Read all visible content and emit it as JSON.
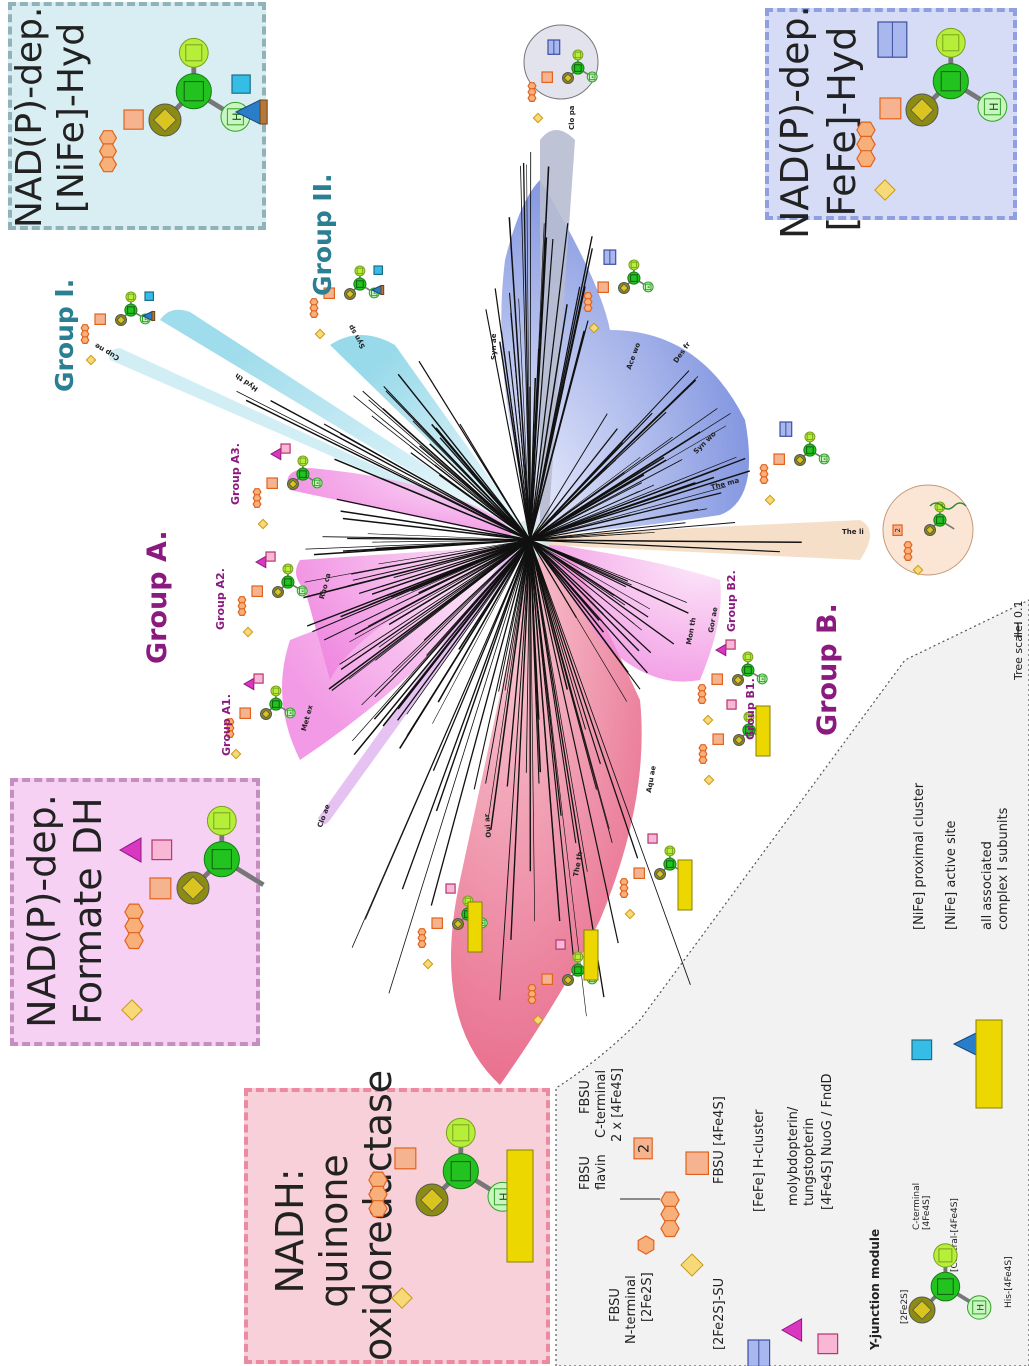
{
  "boxes": {
    "nife": {
      "line1": "NAD(P)-dep.",
      "line2": "[NiFe]-Hyd",
      "bg": "#d8eef2",
      "border": "#8fb3b9"
    },
    "fefe": {
      "line1": "NAD(P)-dep.",
      "line2": "[FeFe]-Hyd",
      "bg": "#d6dcf6",
      "border": "#8f9fe0"
    },
    "fdh": {
      "line1": "NAD(P)-dep.",
      "line2": "Formate DH",
      "bg": "#f7d1f4",
      "border": "#c58ec1"
    },
    "nuo": {
      "line1": "NADH:",
      "line2": "quinone",
      "line3": "oxidoreductase",
      "bg": "#f7d0d9",
      "border": "#ec8aa1"
    }
  },
  "groups": {
    "g1": "Group I.",
    "g2": "Group II.",
    "ga": "Group A.",
    "gb": "Group B.",
    "ga1": "Group A1.",
    "ga2": "Group A2.",
    "ga3": "Group A3.",
    "gb1": "Group B1.",
    "gb2": "Group B2."
  },
  "leaves": {
    "cupne": "Cup ne",
    "hydth": "Hyd th",
    "synsp": "Syn sp",
    "synae": "Syn ae",
    "clopa": "Clo pa",
    "acewo": "Ace wo",
    "desfr": "Des fr",
    "synwo": "Syn wo",
    "thema": "The ma",
    "theli": "The li",
    "gorae": "Gor ae",
    "moneh": "Mon th",
    "aquae": "Aqu ae",
    "theth": "The th",
    "ouiar": "Oui ar",
    "rhoca": "Rho ca",
    "metex": "Met ex",
    "cloae": "Clo ae"
  },
  "legend": {
    "fbsu_flavin": [
      "FBSU",
      "flavin"
    ],
    "fbsu_cterm": [
      "FBSU",
      "C-terminal",
      "2 x [4Fe4S]"
    ],
    "fbsu_nterm": [
      "FBSU",
      "N-terminal",
      "[2Fe2S]"
    ],
    "fbsu_4fe4s": "FBSU [4Fe4S]",
    "fe2s_su": "[2Fe2S]-SU",
    "fefe_h": "[FeFe] H-cluster",
    "moly": [
      "molybdopterin/",
      "tungstopterin"
    ],
    "nuog": "[4Fe4S] NuoG / FndD",
    "y_title": "Y-junction module",
    "y_2fe2s": "[2Fe2S]",
    "y_cterm": [
      "C-terminal",
      "[4Fe4S]"
    ],
    "y_central": "[Central-[4Fe4S]",
    "y_his": "His-[4Fe4S]",
    "nife_prox": "[NiFe] proximal cluster",
    "nife_active": "[NiFe] active site",
    "complex": [
      "all associated",
      "complex I subunits"
    ],
    "scale": "Tree scale: 0.1"
  },
  "number_two": "2",
  "h_letter": "H",
  "colors": {
    "group1": "#2a7f93",
    "group2": "#2a7f93",
    "groupA": "#8b1a7f",
    "groupB": "#8b1a7f",
    "green": "#22c21f",
    "lime": "#b6ef3a",
    "olive": "#8c8c14",
    "orange": "#f59a6a",
    "yellow": "#ecd800",
    "blue": "#5e7fe0",
    "cyan": "#2bb0e0",
    "pink": "#f06bd8",
    "magenta": "#d936c2",
    "red": "#e44d6f",
    "peach": "#f5c89a",
    "grey": "#9aa0b8",
    "lightblue": "#7fd0e5"
  }
}
